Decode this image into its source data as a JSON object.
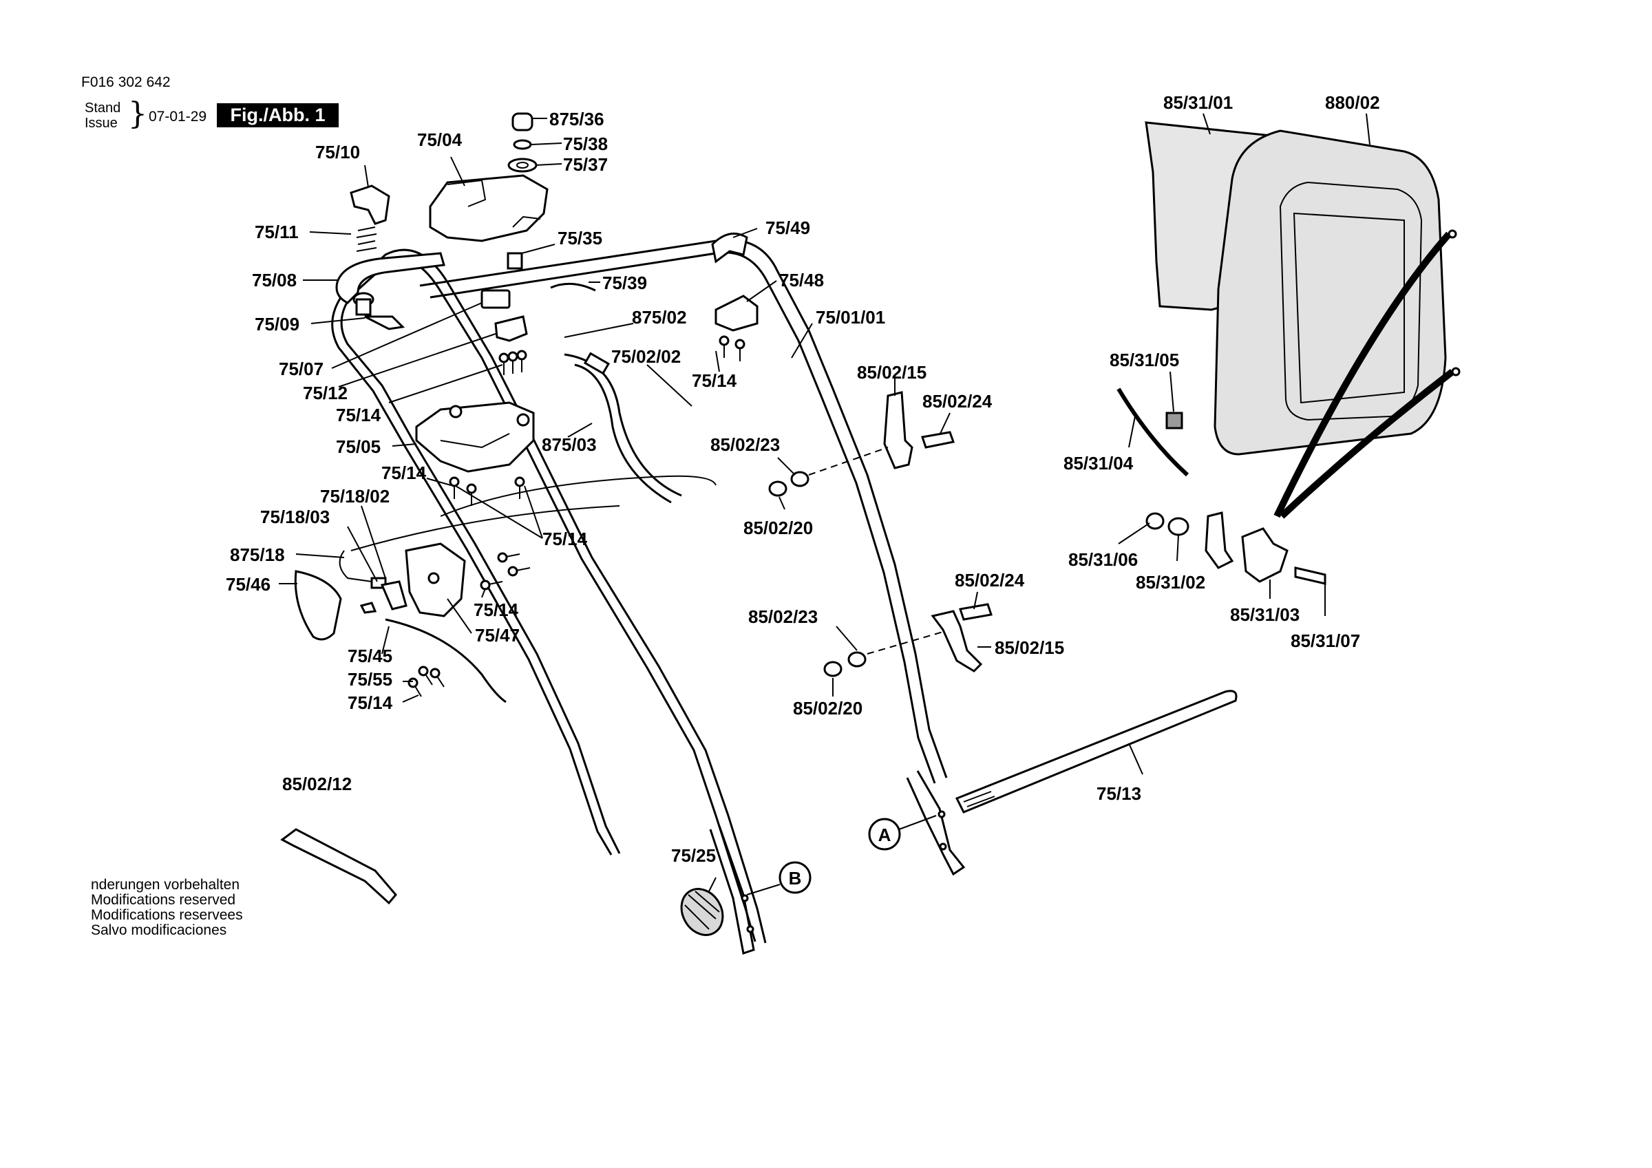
{
  "header": {
    "doc_number": "F016 302 642",
    "stand_label": "Stand",
    "issue_label": "Issue",
    "date": "07-01-29",
    "figure_tag": "Fig./Abb. 1"
  },
  "footer_notes": [
    "nderungen vorbehalten",
    "Modifications reserved",
    "Modifications reservees",
    "Salvo modificaciones"
  ],
  "part_labels": [
    {
      "id": "p1",
      "text": "875/36"
    },
    {
      "id": "p2",
      "text": "75/38"
    },
    {
      "id": "p3",
      "text": "75/37"
    },
    {
      "id": "p4",
      "text": "75/04"
    },
    {
      "id": "p5",
      "text": "75/10"
    },
    {
      "id": "p6",
      "text": "75/11"
    },
    {
      "id": "p7",
      "text": "75/35"
    },
    {
      "id": "p8",
      "text": "75/49"
    },
    {
      "id": "p9",
      "text": "75/08"
    },
    {
      "id": "p10",
      "text": "75/39"
    },
    {
      "id": "p11",
      "text": "75/48"
    },
    {
      "id": "p12",
      "text": "75/09"
    },
    {
      "id": "p13",
      "text": "875/02"
    },
    {
      "id": "p14",
      "text": "75/01/01"
    },
    {
      "id": "p15",
      "text": "75/07"
    },
    {
      "id": "p16",
      "text": "75/02/02"
    },
    {
      "id": "p17",
      "text": "75/12"
    },
    {
      "id": "p18",
      "text": "75/14"
    },
    {
      "id": "p19",
      "text": "75/14"
    },
    {
      "id": "p20",
      "text": "85/02/15"
    },
    {
      "id": "p21",
      "text": "85/02/24"
    },
    {
      "id": "p22",
      "text": "75/05"
    },
    {
      "id": "p23",
      "text": "875/03"
    },
    {
      "id": "p24",
      "text": "85/02/23"
    },
    {
      "id": "p25",
      "text": "75/14"
    },
    {
      "id": "p26",
      "text": "75/18/02"
    },
    {
      "id": "p27",
      "text": "85/02/20"
    },
    {
      "id": "p28",
      "text": "75/18/03"
    },
    {
      "id": "p29",
      "text": "75/14"
    },
    {
      "id": "p30",
      "text": "875/18"
    },
    {
      "id": "p31",
      "text": "75/46"
    },
    {
      "id": "p32",
      "text": "75/14"
    },
    {
      "id": "p33",
      "text": "75/47"
    },
    {
      "id": "p34",
      "text": "85/02/24"
    },
    {
      "id": "p35",
      "text": "85/02/23"
    },
    {
      "id": "p36",
      "text": "85/02/15"
    },
    {
      "id": "p37",
      "text": "75/45"
    },
    {
      "id": "p38",
      "text": "75/55"
    },
    {
      "id": "p39",
      "text": "75/14"
    },
    {
      "id": "p40",
      "text": "85/02/20"
    },
    {
      "id": "p41",
      "text": "85/02/12"
    },
    {
      "id": "p42",
      "text": "75/13"
    },
    {
      "id": "p43",
      "text": "75/25"
    },
    {
      "id": "p44",
      "text": "85/31/01"
    },
    {
      "id": "p45",
      "text": "880/02"
    },
    {
      "id": "p46",
      "text": "85/31/05"
    },
    {
      "id": "p47",
      "text": "85/31/04"
    },
    {
      "id": "p48",
      "text": "85/31/06"
    },
    {
      "id": "p49",
      "text": "85/31/02"
    },
    {
      "id": "p50",
      "text": "85/31/03"
    },
    {
      "id": "p51",
      "text": "85/31/07"
    }
  ],
  "callouts": [
    {
      "id": "A",
      "text": "A"
    },
    {
      "id": "B",
      "text": "B"
    }
  ]
}
